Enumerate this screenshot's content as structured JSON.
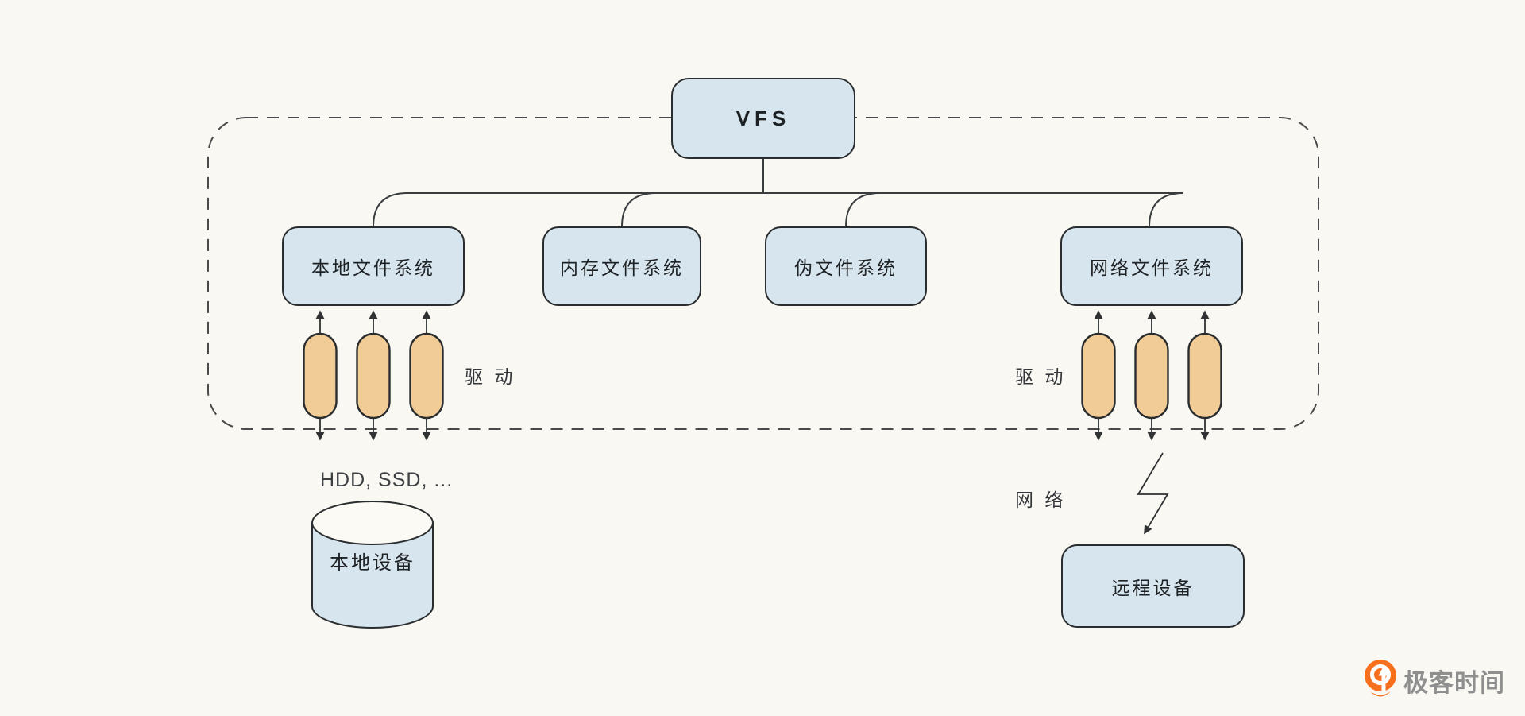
{
  "page": {
    "background": "#FAF8F2"
  },
  "diagram": {
    "root": {
      "label": "VFS"
    },
    "filesystems": [
      {
        "label": "本地文件系统"
      },
      {
        "label": "内存文件系统"
      },
      {
        "label": "伪文件系统"
      },
      {
        "label": "网络文件系统"
      }
    ],
    "drivers": {
      "left_label": "驱 动",
      "right_label": "驱 动",
      "left_count": 3,
      "right_count": 3
    },
    "local_devices_caption": "HDD, SSD, ...",
    "local_device": {
      "label": "本地设备",
      "shape": "cylinder"
    },
    "network_caption": "网 络",
    "remote_device": {
      "label": "远程设备"
    },
    "colors": {
      "node_fill": "#D7E6EE",
      "node_border": "#2A2D2F",
      "driver_fill": "#F2CC96",
      "connector_line": "#2F3133",
      "dashed_boundary": "#4A4A4A",
      "background": "#FAF8F2"
    }
  },
  "watermark": {
    "label": "极客时间",
    "icon": "geektime-pin-icon",
    "text_color": "#8F8F8F",
    "icon_color": "#F8701D"
  }
}
